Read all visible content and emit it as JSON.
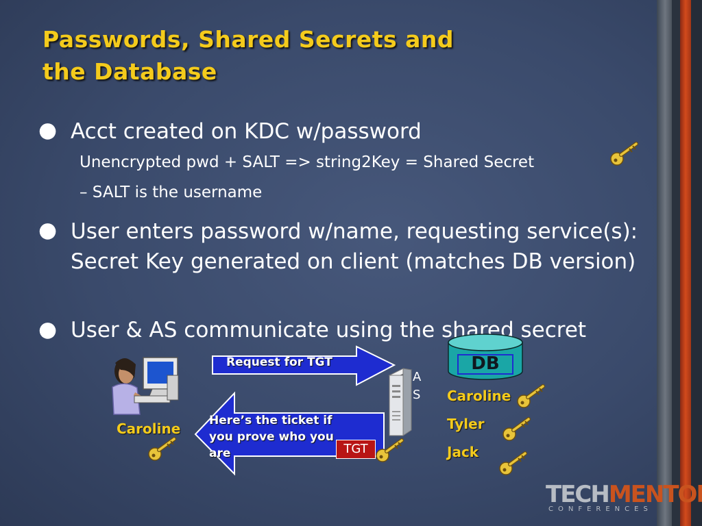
{
  "title": {
    "line1": "Passwords, Shared Secrets and",
    "line2": "the Database"
  },
  "bullets": [
    {
      "text": "Acct created on KDC w/password"
    },
    {
      "text": "User enters password w/name, requesting service(s): Secret Key generated on client (matches DB version)"
    },
    {
      "text": "User & AS communicate using the shared secret"
    }
  ],
  "bullet_symbol": "●",
  "subpoints": [
    {
      "text": "Unencrypted pwd + SALT => string2Key = Shared Secret"
    },
    {
      "text": "– SALT is the username"
    }
  ],
  "diagram": {
    "client_label": "Caroline",
    "request_arrow": "Request for TGT",
    "response_arrow": "Here’s the ticket if you prove who you are",
    "ticket_label": "TGT",
    "server_label_a": "A",
    "server_label_s": "S",
    "db_label": "DB",
    "db_users": [
      "Caroline",
      "Tyler",
      "Jack"
    ]
  },
  "logo": {
    "part1": "TECH",
    "part2": "MENTOR",
    "sub": "CONFERENCES"
  },
  "colors": {
    "title": "#f4cb1c",
    "background": "#3a4a6b",
    "arrow": "#1e2cd0",
    "ticket": "#b81515",
    "db": "#1aa6a6",
    "key": "#e8c43a"
  },
  "icons": [
    "key-icon",
    "user-at-computer-icon",
    "server-icon",
    "database-icon"
  ]
}
